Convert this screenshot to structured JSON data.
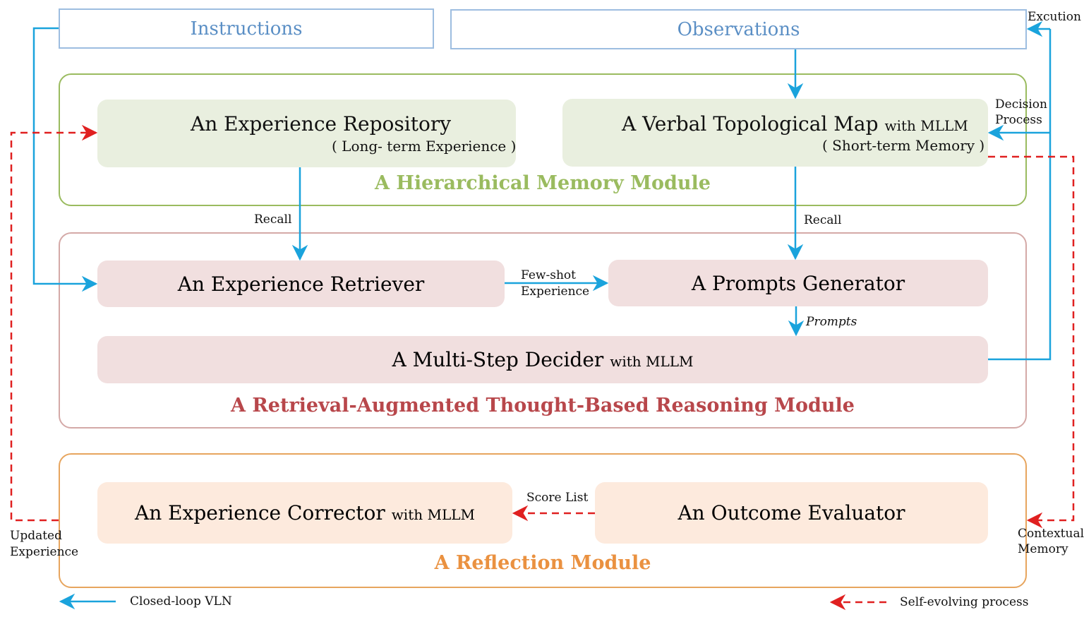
{
  "top": {
    "instructions": "Instructions",
    "observations": "Observations"
  },
  "memory_module": {
    "title": "A Hierarchical Memory Module",
    "repo_title": "An Experience Repository",
    "repo_sub": "( Long- term Experience )",
    "map_title": "A Verbal Topological Map",
    "map_with": "with MLLM",
    "map_sub": "( Short-term Memory )"
  },
  "reasoning_module": {
    "title": "A Retrieval-Augmented Thought-Based Reasoning Module",
    "retriever": "An Experience Retriever",
    "prompts_gen": "A Prompts Generator",
    "decider": "A Multi-Step Decider",
    "decider_with": "with MLLM"
  },
  "reflection_module": {
    "title": "A Reflection Module",
    "corrector": "An Experience Corrector",
    "corrector_with": "with MLLM",
    "evaluator": "An Outcome Evaluator"
  },
  "labels": {
    "excution": "Excution",
    "decision_1": "Decision",
    "decision_2": "Process",
    "recall_left": "Recall",
    "recall_right": "Recall",
    "fewshot_1": "Few-shot",
    "fewshot_2": "Experience",
    "prompts": "Prompts",
    "score_list": "Score List",
    "updated_1": "Updated",
    "updated_2": "Experience",
    "contextual_1": "Contextual",
    "contextual_2": "Memory"
  },
  "legend": {
    "closed_loop": "Closed-loop VLN",
    "self_evolving": "Self-evolving process"
  },
  "colors": {
    "blue_arrow": "#1aa3dc",
    "red_dashed": "#e02020",
    "green_border": "#9abb5f",
    "green_text": "#9abb5f",
    "pink_border": "#d4a9a7",
    "pink_text": "#b8474b",
    "orange_border": "#e7a55e",
    "orange_text": "#ea9140",
    "top_border": "#9dbde0",
    "top_text": "#5b8fc5"
  }
}
